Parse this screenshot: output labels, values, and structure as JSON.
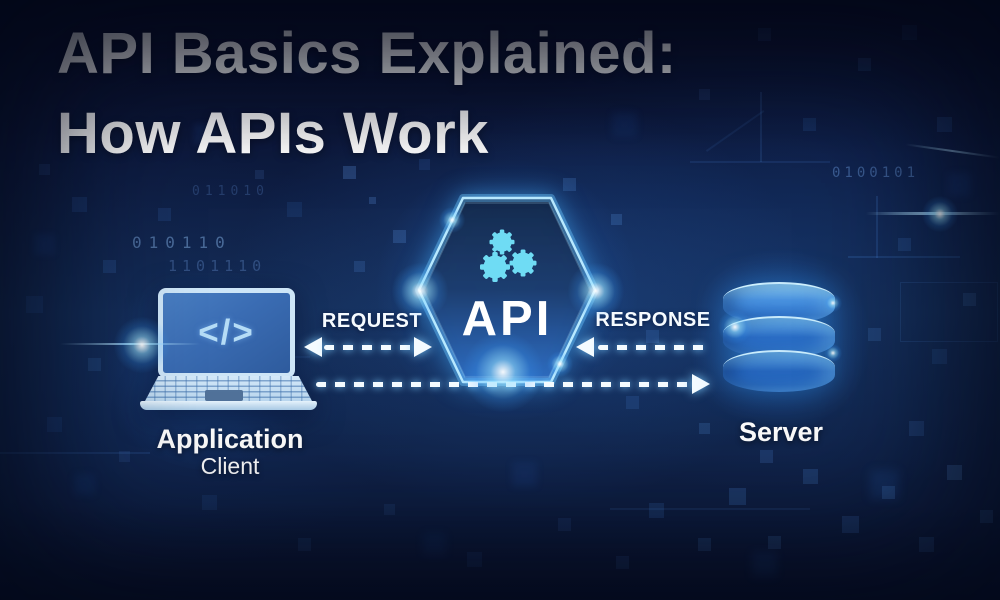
{
  "title": {
    "line1": "API Basics Explained:",
    "line2": "How APIs Work"
  },
  "diagram": {
    "client": {
      "name": "Application",
      "role": "Client",
      "screen_symbol": "</>"
    },
    "api": {
      "label": "API"
    },
    "server": {
      "name": "Server"
    },
    "flow": {
      "request_label": "REQUEST",
      "response_label": "RESPONSE"
    }
  },
  "background": {
    "binary_strings": [
      "010110",
      "1101110",
      "011010",
      "0100101"
    ]
  },
  "colors": {
    "background_navy": "#0d1a3e",
    "accent_cyan": "#5fd2f7",
    "hexagon_border": "#b8e9ff",
    "gear_cyan": "#6fdcf4",
    "dash_white": "#f4fbff",
    "text_white": "#ffffff",
    "laptop_body": "#cde5f7",
    "server_blue": "#2a6cc4"
  }
}
